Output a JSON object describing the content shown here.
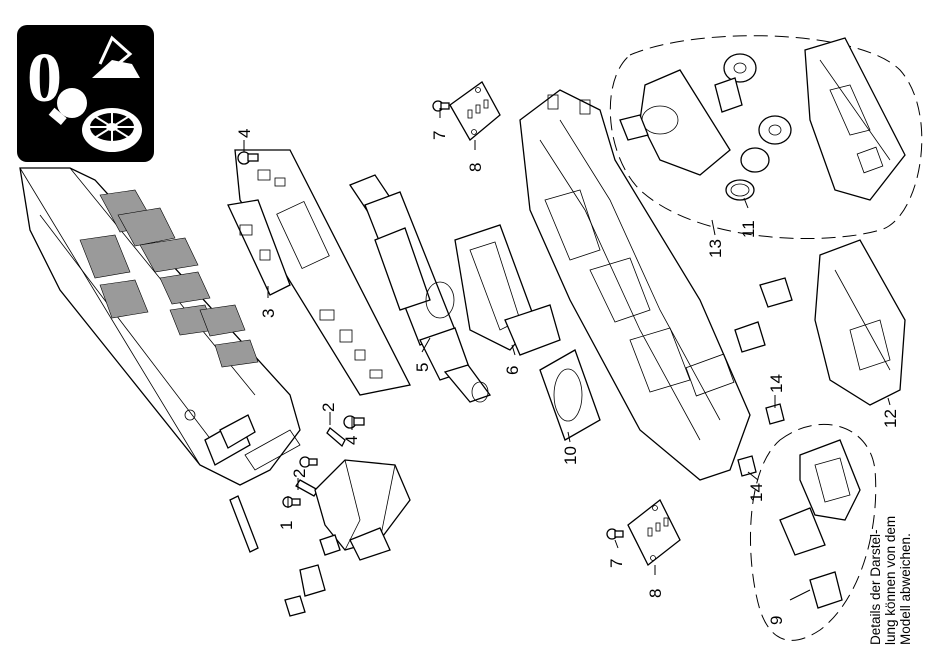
{
  "callouts": [
    {
      "id": "c1a",
      "text": "1"
    },
    {
      "id": "c2a",
      "text": "2"
    },
    {
      "id": "c2b",
      "text": "2"
    },
    {
      "id": "c3",
      "text": "3"
    },
    {
      "id": "c4a",
      "text": "4"
    },
    {
      "id": "c4b",
      "text": "4"
    },
    {
      "id": "c5",
      "text": "5"
    },
    {
      "id": "c6",
      "text": "6"
    },
    {
      "id": "c7a",
      "text": "7"
    },
    {
      "id": "c7b",
      "text": "7"
    },
    {
      "id": "c8a",
      "text": "8"
    },
    {
      "id": "c8b",
      "text": "8"
    },
    {
      "id": "c9",
      "text": "9"
    },
    {
      "id": "c10",
      "text": "10"
    },
    {
      "id": "c11",
      "text": "11"
    },
    {
      "id": "c12",
      "text": "12"
    },
    {
      "id": "c13",
      "text": "13"
    },
    {
      "id": "c14a",
      "text": "14"
    },
    {
      "id": "c14b",
      "text": "14"
    }
  ],
  "note": {
    "line1": "Details der Darstel-",
    "line2": "lung können von dem",
    "line3": "Modell abweichen."
  },
  "badge": {
    "gauge": "0",
    "icons": [
      "pantograph-icon",
      "light-bulb-icon",
      "turntable-icon"
    ]
  }
}
